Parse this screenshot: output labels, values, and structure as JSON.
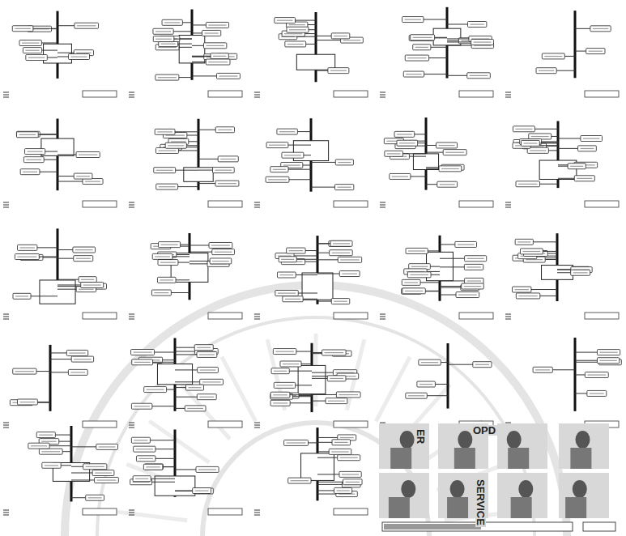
{
  "diagram": {
    "labels": [
      "ER",
      "OPD",
      "SERVICE"
    ]
  }
}
